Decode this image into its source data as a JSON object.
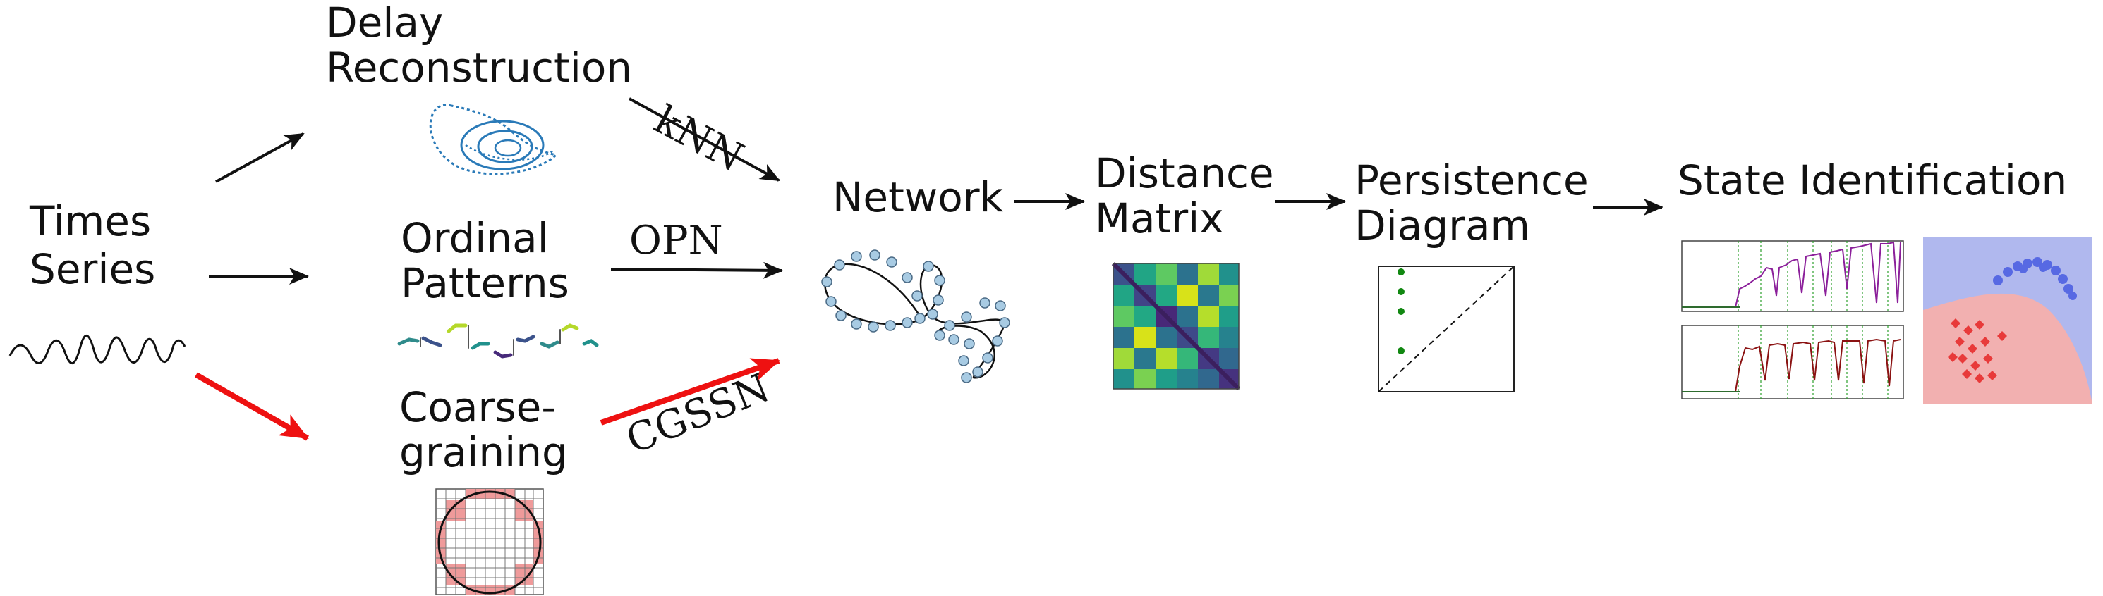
{
  "nodes": {
    "times_series": {
      "line1": "Times",
      "line2": "Series"
    },
    "delay": {
      "line1": "Delay",
      "line2": "Reconstruction"
    },
    "ordinal": {
      "line1": "Ordinal",
      "line2": "Patterns"
    },
    "coarse": {
      "line1": "Coarse-",
      "line2": "graining"
    },
    "network": {
      "label": "Network"
    },
    "distance": {
      "line1": "Distance",
      "line2": "Matrix"
    },
    "persistence": {
      "line1": "Persistence",
      "line2": "Diagram"
    },
    "state": {
      "label": "State Identification"
    }
  },
  "edges": {
    "knn": "kNN",
    "opn": "OPN",
    "cgssn": "CGSSN"
  },
  "colors": {
    "arrow": "#111111",
    "highlight_arrow": "#ee1111",
    "attractor": "#2a7ab8",
    "network_node": "#a8cbe3",
    "coarse_fill": "#ef9a9a",
    "persistence_point": "#118811",
    "plot_purple": "#8b1f9a",
    "plot_red": "#8b1212",
    "class_blue_bg": "#b0b8ee",
    "class_red_bg": "#f2b0b0"
  },
  "icons": {
    "signal": "sine-wave-icon",
    "attractor": "attractor-icon",
    "ordinal": "ordinal-pattern-icon",
    "coarse": "grid-circle-icon",
    "network": "network-graph-icon",
    "distance": "heatmap-icon",
    "persistence": "persistence-diagram-icon",
    "state": "classification-icon"
  }
}
